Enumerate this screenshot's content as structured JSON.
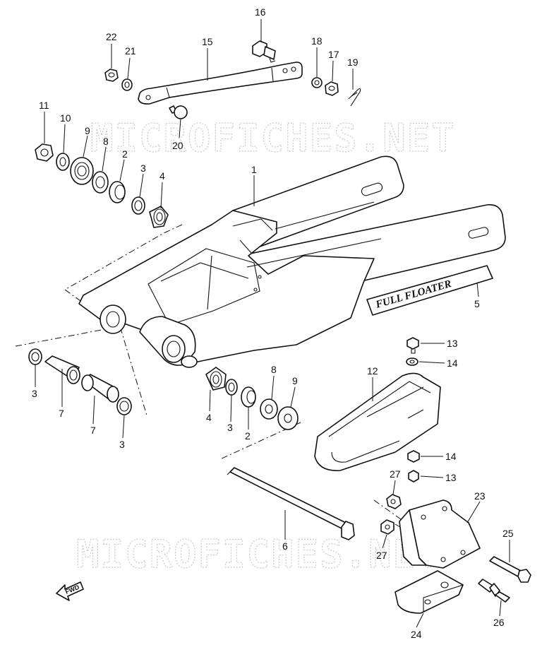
{
  "watermarks": [
    "MICROFICHES.NET",
    "MICROFICHES.NET"
  ],
  "decal_text": "FULL FLOATER",
  "fwd_label": "FWD",
  "callouts": [
    {
      "id": "c16",
      "text": "16"
    },
    {
      "id": "c15",
      "text": "15"
    },
    {
      "id": "c22",
      "text": "22"
    },
    {
      "id": "c21",
      "text": "21"
    },
    {
      "id": "c18",
      "text": "18"
    },
    {
      "id": "c17",
      "text": "17"
    },
    {
      "id": "c19",
      "text": "19"
    },
    {
      "id": "c20",
      "text": "20"
    },
    {
      "id": "c11",
      "text": "11"
    },
    {
      "id": "c10",
      "text": "10"
    },
    {
      "id": "c9a",
      "text": "9"
    },
    {
      "id": "c8a",
      "text": "8"
    },
    {
      "id": "c2a",
      "text": "2"
    },
    {
      "id": "c3a",
      "text": "3"
    },
    {
      "id": "c4a",
      "text": "4"
    },
    {
      "id": "c1",
      "text": "1"
    },
    {
      "id": "c5",
      "text": "5"
    },
    {
      "id": "c13a",
      "text": "13"
    },
    {
      "id": "c14a",
      "text": "14"
    },
    {
      "id": "c12",
      "text": "12"
    },
    {
      "id": "c3b",
      "text": "3"
    },
    {
      "id": "c7a",
      "text": "7"
    },
    {
      "id": "c7b",
      "text": "7"
    },
    {
      "id": "c3c",
      "text": "3"
    },
    {
      "id": "c4b",
      "text": "4"
    },
    {
      "id": "c3d",
      "text": "3"
    },
    {
      "id": "c2b",
      "text": "2"
    },
    {
      "id": "c8b",
      "text": "8"
    },
    {
      "id": "c9b",
      "text": "9"
    },
    {
      "id": "c14b",
      "text": "14"
    },
    {
      "id": "c13b",
      "text": "13"
    },
    {
      "id": "c27a",
      "text": "27"
    },
    {
      "id": "c23",
      "text": "23"
    },
    {
      "id": "c27b",
      "text": "27"
    },
    {
      "id": "c6",
      "text": "6"
    },
    {
      "id": "c25",
      "text": "25"
    },
    {
      "id": "c26",
      "text": "26"
    },
    {
      "id": "c24",
      "text": "24"
    }
  ]
}
